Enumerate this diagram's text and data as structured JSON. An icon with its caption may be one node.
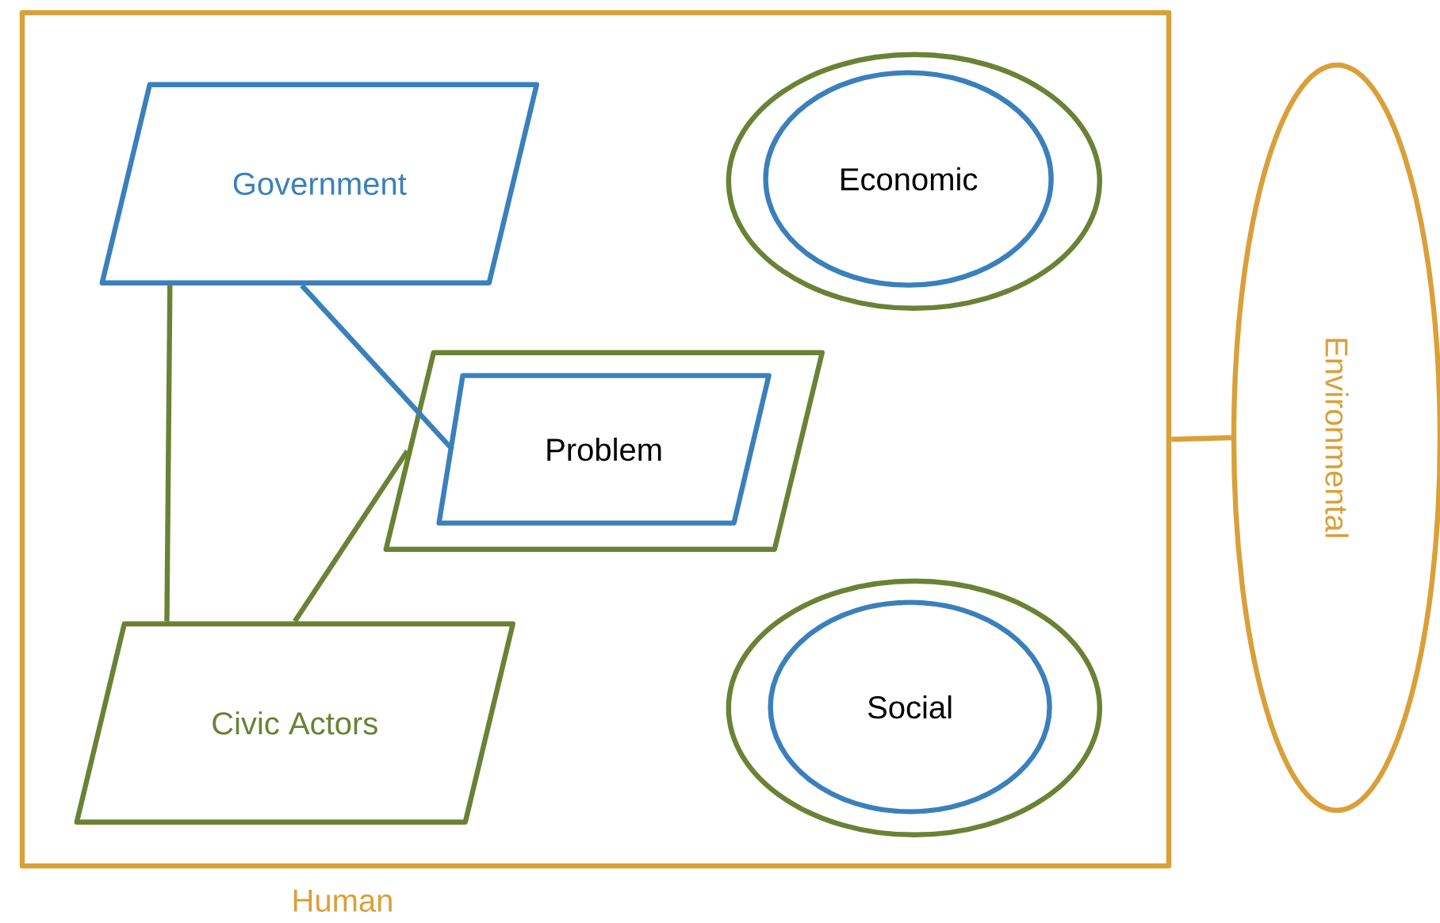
{
  "diagram": {
    "nodes": [
      {
        "text": [
          "Human"
        ]
      },
      {
        "text": [
          "Government"
        ],
        "in": 0
      },
      {
        "text": [],
        "shape": "parallelogram",
        "in": 0
      },
      {
        "text": [
          "Problem"
        ],
        "in": 2
      },
      {
        "text": [],
        "shape": "ellipse",
        "in": 0
      },
      {
        "text": [
          "Economic"
        ],
        "in": 4
      },
      {
        "text": [
          "Civic Actors"
        ],
        "in": 0
      },
      {
        "text": [],
        "shape": "ellipse",
        "in": 0
      },
      {
        "text": [
          "Social"
        ],
        "in": 7
      },
      {
        "text": [
          "Environmental"
        ]
      }
    ],
    "edges": [
      {
        "from": 1,
        "to": 3,
        "arrow": "none",
        "color": "#3a80bb"
      },
      {
        "from": 1,
        "to": 6,
        "arrow": "none"
      },
      {
        "from": 6,
        "to": 2,
        "arrow": "none"
      },
      {
        "from": 0,
        "to": 9,
        "arrow": "none",
        "color": "#d9a03a"
      }
    ]
  }
}
